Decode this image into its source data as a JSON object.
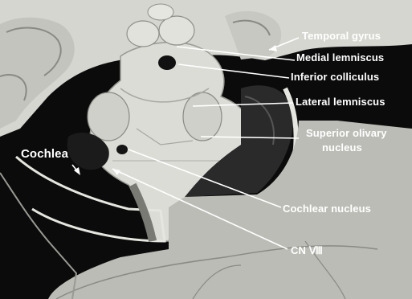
{
  "labels": {
    "temporal_gyrus": "Temporal gyrus",
    "medial_lemniscus": "Medial lemniscus",
    "inferior_colliculus": "Inferior colliculus",
    "lateral_lemniscus": "Lateral lemniscus",
    "superior_olivary_line1": "Superior olivary",
    "superior_olivary_line2": "nucleus",
    "cochlea": "Cochlea",
    "cochlear_nucleus": "Cochlear nucleus",
    "cn_viii": "CN Ⅷ"
  },
  "colors": {
    "background": "#0b0b0b",
    "tissue": "#d2d2cc",
    "tissue_light": "#e4e4de",
    "tissue_dark": "#9c9c96",
    "label_text": "#ffffff"
  }
}
